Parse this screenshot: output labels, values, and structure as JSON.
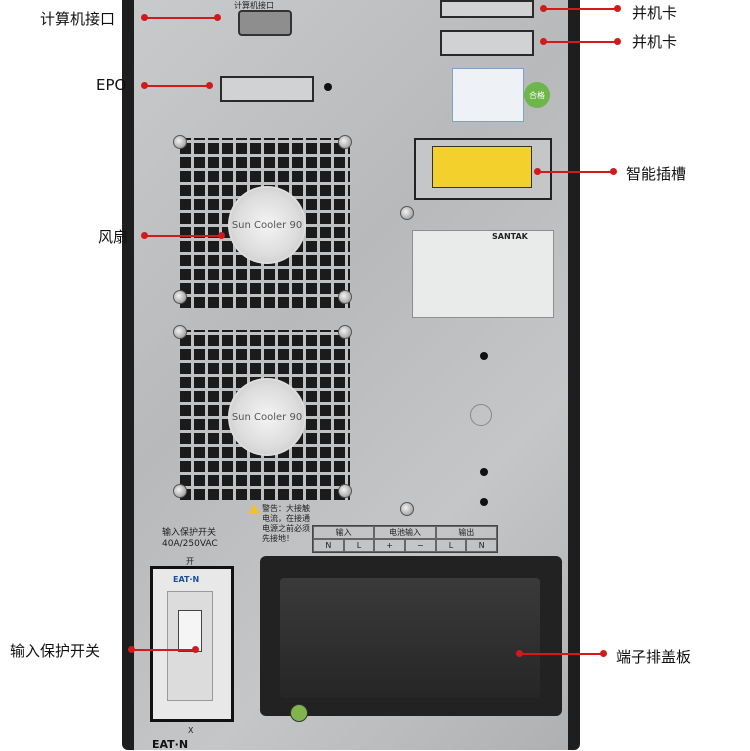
{
  "callouts": {
    "computer_port": "计算机接口",
    "epo": "EPO",
    "fan": "风扇",
    "input_switch": "输入保护开关",
    "parallel_card_1": "并机卡",
    "parallel_card_2": "并机卡",
    "smart_slot": "智能插槽",
    "terminal_cover": "端子排盖板"
  },
  "device": {
    "computer_port_label": "计算机接口",
    "fan_brand": "Sun Cooler 90",
    "brand_label": "SANTAK",
    "breaker_brand": "EAT·N",
    "bottom_brand": "EAT·N",
    "breaker_text": "输入保护开关\n40A/250VAC",
    "breaker_on": "开",
    "breaker_off": "X",
    "warning_text": "警告：大接触\n电流，在接通\n电源之前必须\n先接地！",
    "terminal_headers": [
      "输入",
      "电池输入",
      "输出"
    ],
    "terminal_pins": [
      "N",
      "L",
      "+",
      "−",
      "L",
      "N"
    ],
    "cert_label": "合格"
  },
  "colors": {
    "accent": "#d21a1a",
    "panel": "#c0c2c4",
    "frame": "#1e1e1e"
  }
}
